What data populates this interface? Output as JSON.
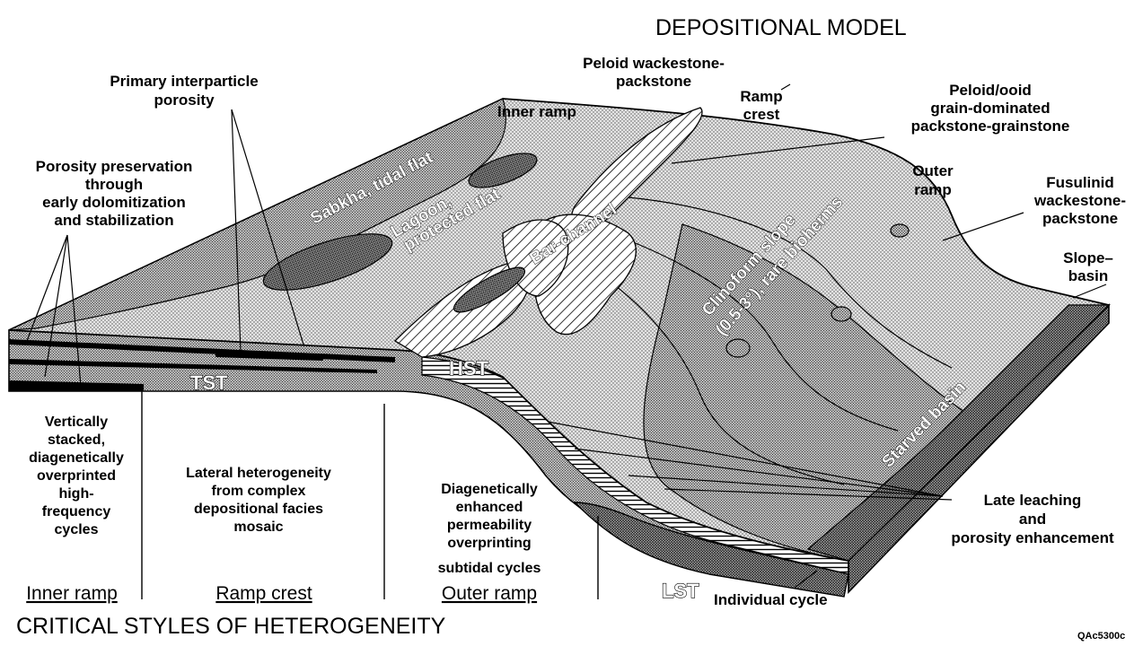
{
  "header": {
    "title": "DEPOSITIONAL MODEL"
  },
  "footer": {
    "title": "CRITICAL STYLES OF HETEROGENEITY",
    "figure_code": "QAc5300c"
  },
  "callouts": {
    "primary_porosity": [
      "Primary interparticle",
      "porosity"
    ],
    "porosity_preservation": [
      "Porosity preservation",
      "through",
      "early dolomitization",
      "and stabilization"
    ],
    "peloid_wackestone": [
      "Peloid wackestone-",
      "packstone"
    ],
    "ramp_crest": [
      "Ramp",
      "crest"
    ],
    "inner_ramp": "Inner ramp",
    "peloid_ooid": [
      "Peloid/ooid",
      "grain-dominated",
      "packstone-grainstone"
    ],
    "outer_ramp": [
      "Outer",
      "ramp"
    ],
    "fusulinid": [
      "Fusulinid",
      "wackestone-",
      "packstone"
    ],
    "slope_basin": [
      "Slope–",
      "basin"
    ],
    "late_leaching": [
      "Late leaching",
      "and",
      "porosity enhancement"
    ],
    "individual_cycle": "Individual cycle"
  },
  "map_labels": {
    "sabkha": "Sabkha, tidal flat",
    "lagoon": [
      "Lagoon,",
      "protected flat"
    ],
    "bar_channel": "Bar-channel",
    "clinoform": [
      "Clinoform slope",
      "(0.5-3°), rare bioherms"
    ],
    "starved_basin": "Starved basin"
  },
  "sequence_labels": {
    "tst": "TST",
    "hst": "HST",
    "lst": "LST"
  },
  "heterogeneity_columns": [
    {
      "zone": "Inner ramp",
      "description": [
        "Vertically",
        "stacked,",
        "diagenetically",
        "overprinted",
        "high-",
        "frequency",
        "cycles"
      ]
    },
    {
      "zone": "Ramp crest",
      "description": [
        "Lateral heterogeneity",
        "from complex",
        "depositional facies",
        "mosaic"
      ]
    },
    {
      "zone": "Outer ramp",
      "description": [
        "Diagenetically",
        "enhanced",
        "permeability",
        "overprinting",
        "subtidal cycles"
      ]
    }
  ],
  "colors": {
    "ink": "#000000",
    "paper": "#ffffff",
    "stipple_light": "#cfcfcf",
    "stipple_mid": "#b3b3b3",
    "stipple_dark": "#8a8a8a"
  }
}
